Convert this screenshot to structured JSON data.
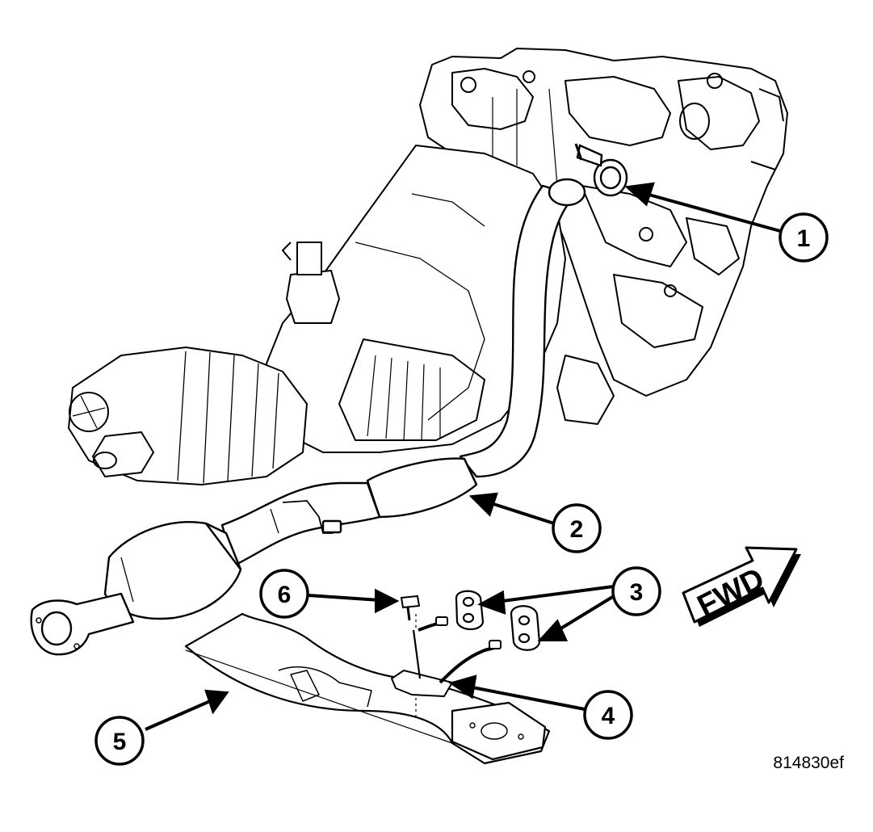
{
  "callouts": {
    "c1": "1",
    "c2": "2",
    "c3": "3",
    "c4": "4",
    "c5": "5",
    "c6": "6"
  },
  "direction_label": "FWD",
  "figure_id": "814830ef"
}
